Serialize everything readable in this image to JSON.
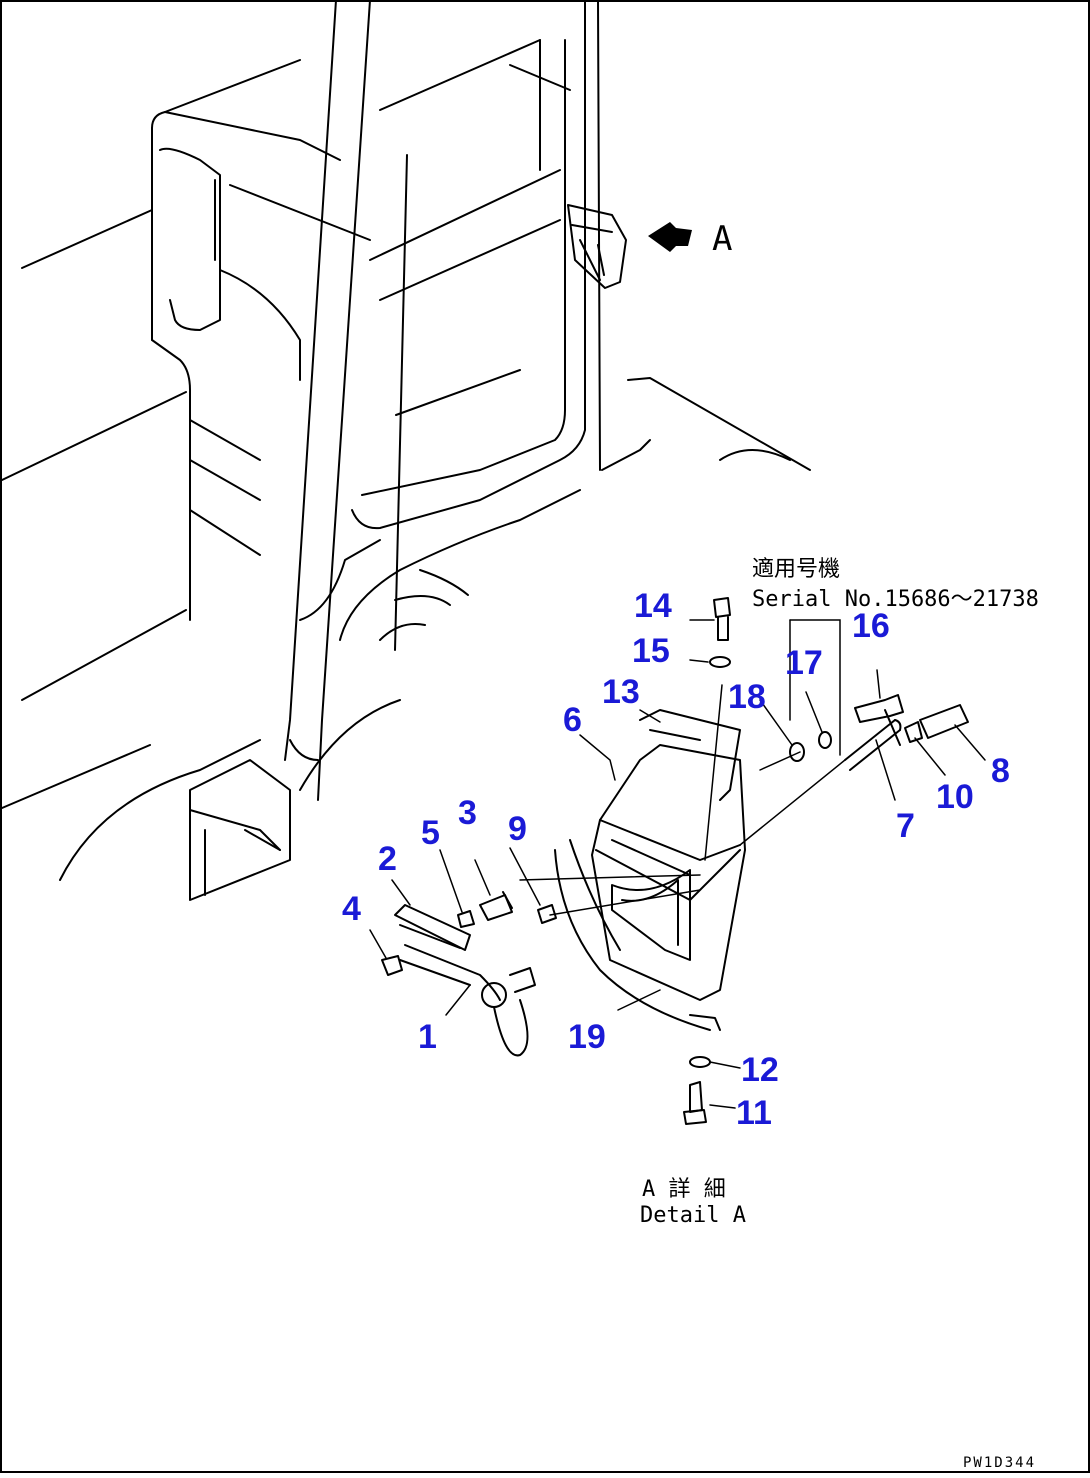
{
  "view_arrow_label": "A",
  "serial_note": {
    "jp": "適用号機",
    "en": "Serial No.15686～21738"
  },
  "detail_caption": {
    "jp": "A 詳 細",
    "en": "Detail A"
  },
  "drawing_code": "PW1D344",
  "part_labels": [
    "1",
    "2",
    "3",
    "4",
    "5",
    "6",
    "7",
    "8",
    "9",
    "10",
    "11",
    "12",
    "13",
    "14",
    "15",
    "16",
    "17",
    "18",
    "19"
  ],
  "colors": {
    "label": "#1a1ad6",
    "linework": "#000000",
    "background": "#ffffff"
  }
}
